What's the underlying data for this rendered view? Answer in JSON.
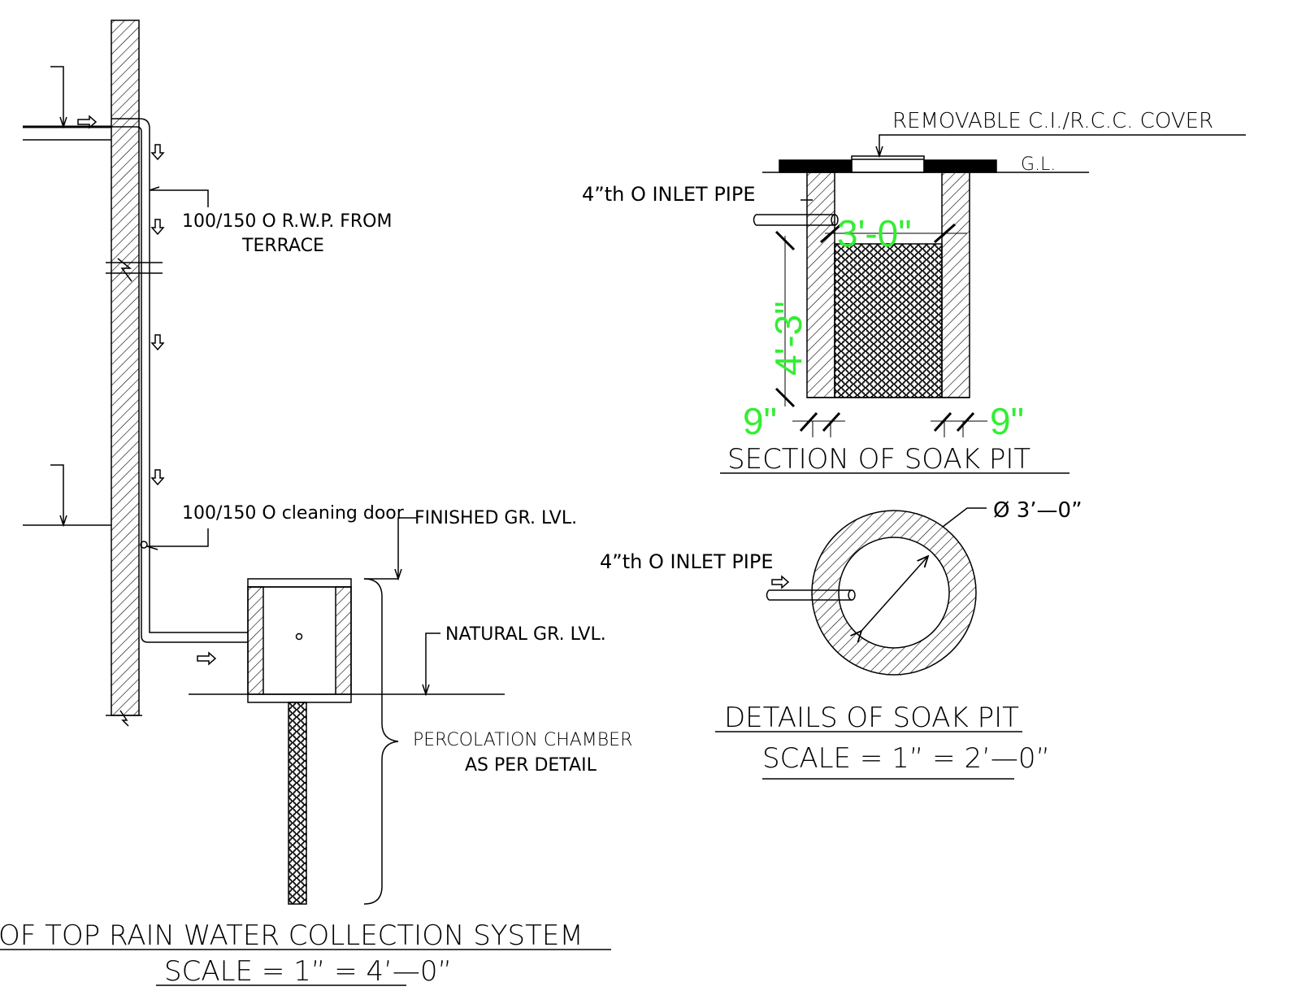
{
  "colors": {
    "line": "#000000",
    "dimension": "#33ee33",
    "background": "#ffffff"
  },
  "elevation": {
    "rwp_label_1": "100/150 O R.W.P. FROM",
    "rwp_label_2": "TERRACE",
    "cleaning_door_label": "100/150 O cleaning door",
    "finished_gr_lvl": "FINISHED GR. LVL.",
    "natural_gr_lvl": "NATURAL GR. LVL.",
    "percolation_1": "PERCOLATION CHAMBER",
    "percolation_2": "AS PER DETAIL",
    "title": "OF TOP RAIN WATER COLLECTION SYSTEM",
    "scale": "SCALE = 1” = 4’—0”"
  },
  "section": {
    "cover_label": "REMOVABLE C.I./R.C.C. COVER",
    "gl_label": "G.L.",
    "inlet_label": "4”th O INLET PIPE",
    "width_dim": "3'-0\"",
    "depth_dim": "4'-3\"",
    "wall_left_dim": "9\"",
    "wall_right_dim": "9\"",
    "title": "SECTION OF SOAK PIT"
  },
  "plan": {
    "diameter_label": "Ø 3’—0”",
    "inlet_label": "4”th O INLET PIPE",
    "title": "DETAILS OF SOAK PIT",
    "scale": "SCALE = 1” = 2’—0”"
  }
}
